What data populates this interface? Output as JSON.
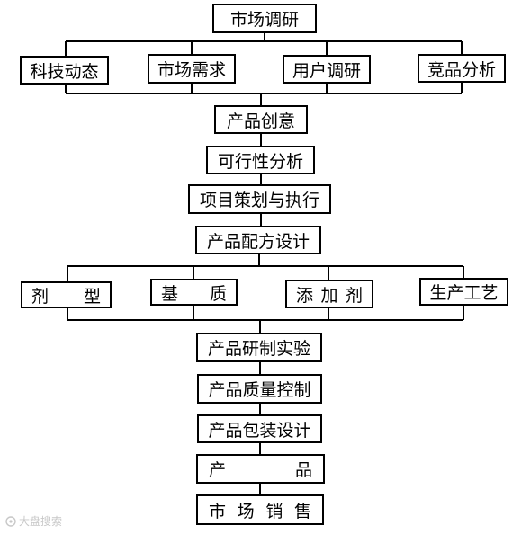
{
  "nodes": {
    "market_research": "市场调研",
    "tech_trends": "科技动态",
    "market_demand": "市场需求",
    "user_research": "用户调研",
    "competitor_analysis": "竞品分析",
    "product_idea": "产品创意",
    "feasibility": "可行性分析",
    "project_planning": "项目策划与执行",
    "formula_design": "产品配方设计",
    "dosage_form": [
      "剂",
      "型"
    ],
    "base_material": [
      "基",
      "质"
    ],
    "additive": [
      "添",
      "加",
      "剂"
    ],
    "production_process": "生产工艺",
    "rnd_experiment": "产品研制实验",
    "quality_control": "产品质量控制",
    "packaging_design": "产品包装设计",
    "product": [
      "产",
      "品"
    ],
    "market_sales": [
      "市",
      "场",
      "销",
      "售"
    ]
  },
  "watermark": "大盘搜索",
  "colors": {
    "line": "#000000",
    "watermark": "#c8c8c8"
  }
}
